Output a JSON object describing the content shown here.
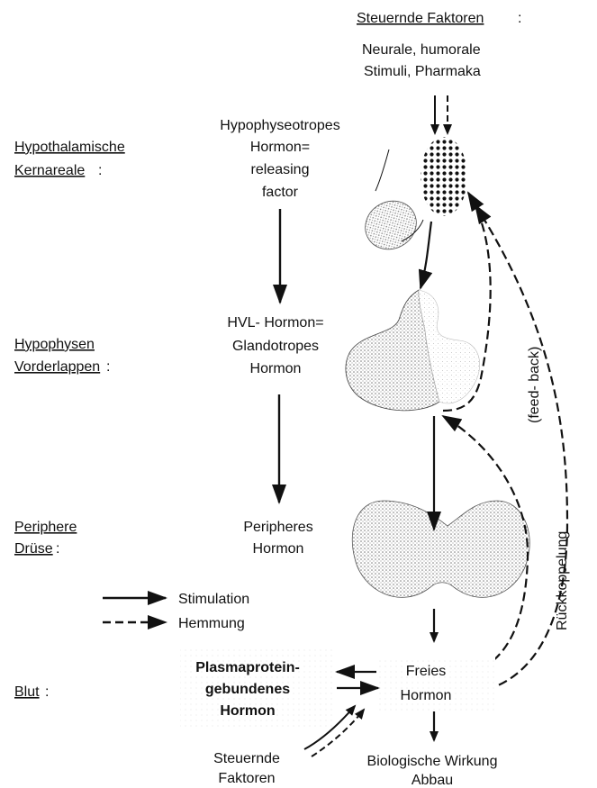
{
  "colors": {
    "ink": "#111111",
    "stipple": "#c9c9c9",
    "stipple_dark": "#7a7a7a",
    "background": "#ffffff"
  },
  "header": {
    "title": "Steuernde Faktoren",
    "title_suffix": ":",
    "line1": "Neurale, humorale",
    "line2": "Stimuli, Pharmaka"
  },
  "left_labels": {
    "hypothalamus_1": "Hypothalamische",
    "hypothalamus_2": "Kernareale",
    "hypothalamus_suffix": ":",
    "hvl_1": "Hypophysen",
    "hvl_2": "Vorderlappen",
    "hvl_suffix": ":",
    "gland_1": "Periphere",
    "gland_2": "Drüse",
    "gland_suffix": ":",
    "blood": "Blut",
    "blood_suffix": ":"
  },
  "center_labels": {
    "releasing_1": "Hypophyseotropes",
    "releasing_2": "Hormon=",
    "releasing_3": "releasing",
    "releasing_4": "factor",
    "hvl_1": "HVL- Hormon=",
    "hvl_2": "Glandotropes",
    "hvl_3": "Hormon",
    "peripheral_1": "Peripheres",
    "peripheral_2": "Hormon",
    "plasma_1": "Plasmaprotein-",
    "plasma_2": "gebundenes",
    "plasma_3": "Hormon",
    "free_1": "Freies",
    "free_2": "Hormon",
    "steuernde_1": "Steuernde",
    "steuernde_2": "Faktoren",
    "effect_1": "Biologische Wirkung",
    "effect_2": "Abbau"
  },
  "legend": {
    "stimulation": "Stimulation",
    "inhibition": "Hemmung"
  },
  "feedback_label": "Rückkoppelung",
  "feedback_paren": "(feed- back)"
}
